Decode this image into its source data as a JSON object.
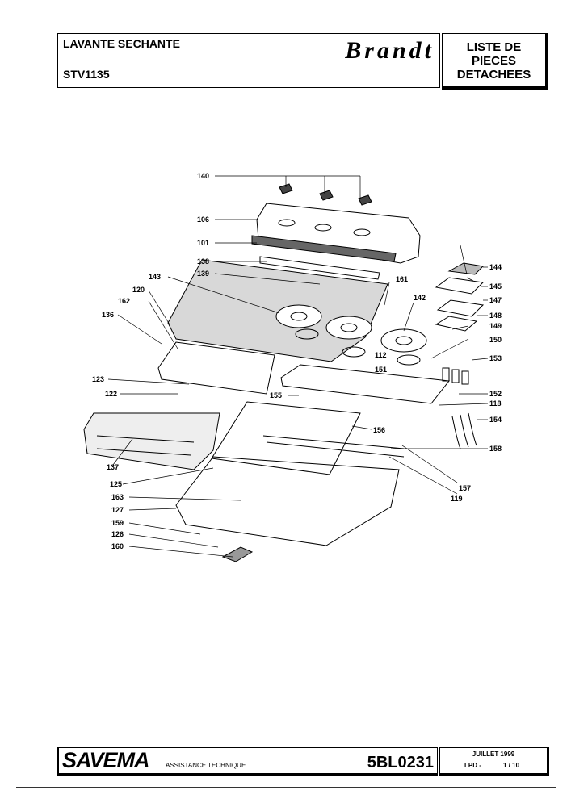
{
  "header": {
    "title": "LAVANTE SECHANTE",
    "model": "STV1135",
    "brand": "Brandt",
    "doc_type_lines": [
      "LISTE DE",
      "PIECES",
      "DETACHEES"
    ]
  },
  "diagram": {
    "part_numbers": [
      "140",
      "106",
      "101",
      "138",
      "139",
      "143",
      "120",
      "162",
      "136",
      "161",
      "142",
      "144",
      "145",
      "147",
      "148",
      "149",
      "150",
      "153",
      "112",
      "151",
      "152",
      "118",
      "123",
      "122",
      "155",
      "156",
      "154",
      "158",
      "137",
      "125",
      "163",
      "127",
      "159",
      "126",
      "160",
      "157",
      "119"
    ]
  },
  "footer": {
    "company": "SAVEMA",
    "subtitle": "ASSISTANCE TECHNIQUE",
    "doc_code": "5BL0231",
    "date": "JUILLET 1999",
    "lpd_label": "LPD -",
    "page": "1 / 10"
  }
}
